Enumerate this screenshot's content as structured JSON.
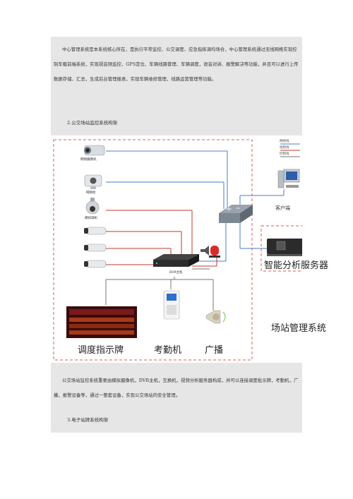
{
  "document": {
    "para1": "中心管理系统是本系统核心所在，是执行平常监控、公交调度、应急指挥调均场合，中心管理系统通过无线网络实现控制车载前端系统，实现视音频监控、GPS定位、车辆线路管理、车辆调度，语音对讲、报警解决等功能，并且可以进行上传数据存储、汇总，生成后台管理报表，实现车辆维修管理，线路运营管理等功能。",
    "heading2": "2.公交场站监控系统构架",
    "para2": "公交场站监控系统重要由模拟摄像机，DVR主机，互换机，视频分析服务器构成，并可以连接调度批示牌，考勤机，广播，报警设备等，通过一整套设备，实现公交场站的安全管理。",
    "heading3": "3.电子站牌系统构架"
  },
  "diagram": {
    "legend": [
      "网络线",
      "视频线",
      "控制线"
    ],
    "cameras": [
      "网络摄像机",
      "网络枪",
      "模拟球机"
    ],
    "dvr_label": "DVR主机",
    "client_label": "客户端",
    "server_label": "智能分析服务器",
    "station_label": "场站管理系统",
    "bottom_labels": [
      "调度指示牌",
      "考勤机",
      "广播"
    ],
    "colors": {
      "network": "#4a7fc1",
      "video": "#c0392b",
      "control": "#777777",
      "dash": "#e05a5a"
    }
  }
}
